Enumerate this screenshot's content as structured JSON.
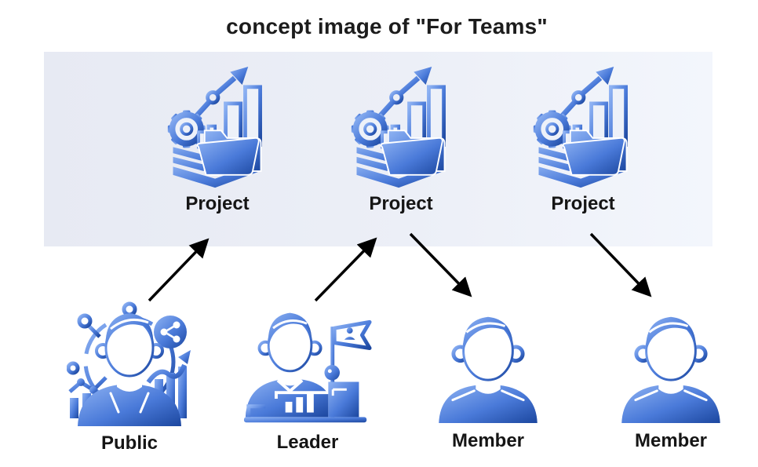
{
  "title": "concept image of \"For Teams\"",
  "banner": {
    "projects": [
      {
        "label": "Project"
      },
      {
        "label": "Project"
      },
      {
        "label": "Project"
      }
    ]
  },
  "people": [
    {
      "role": "public",
      "label": "Public"
    },
    {
      "role": "leader",
      "label": "Leader"
    },
    {
      "role": "member",
      "label": "Member"
    },
    {
      "role": "member",
      "label": "Member"
    }
  ],
  "relations": [
    {
      "from": "Public",
      "to": "Project (left)",
      "direction": "up-right"
    },
    {
      "from": "Leader",
      "to": "Project (middle)",
      "direction": "up-right"
    },
    {
      "from": "Project (middle)",
      "to": "Member (left)",
      "direction": "down-right"
    },
    {
      "from": "Project (right)",
      "to": "Member (right)",
      "direction": "down-right"
    }
  ],
  "colors": {
    "background": "#ffffff",
    "banner_left": "#e7eaf3",
    "banner_right": "#f3f6fc",
    "icon_gradient_light": "#8fb3f3",
    "icon_gradient_dark": "#1c479f",
    "arrow": "#000000",
    "text": "#1b1b1b"
  }
}
